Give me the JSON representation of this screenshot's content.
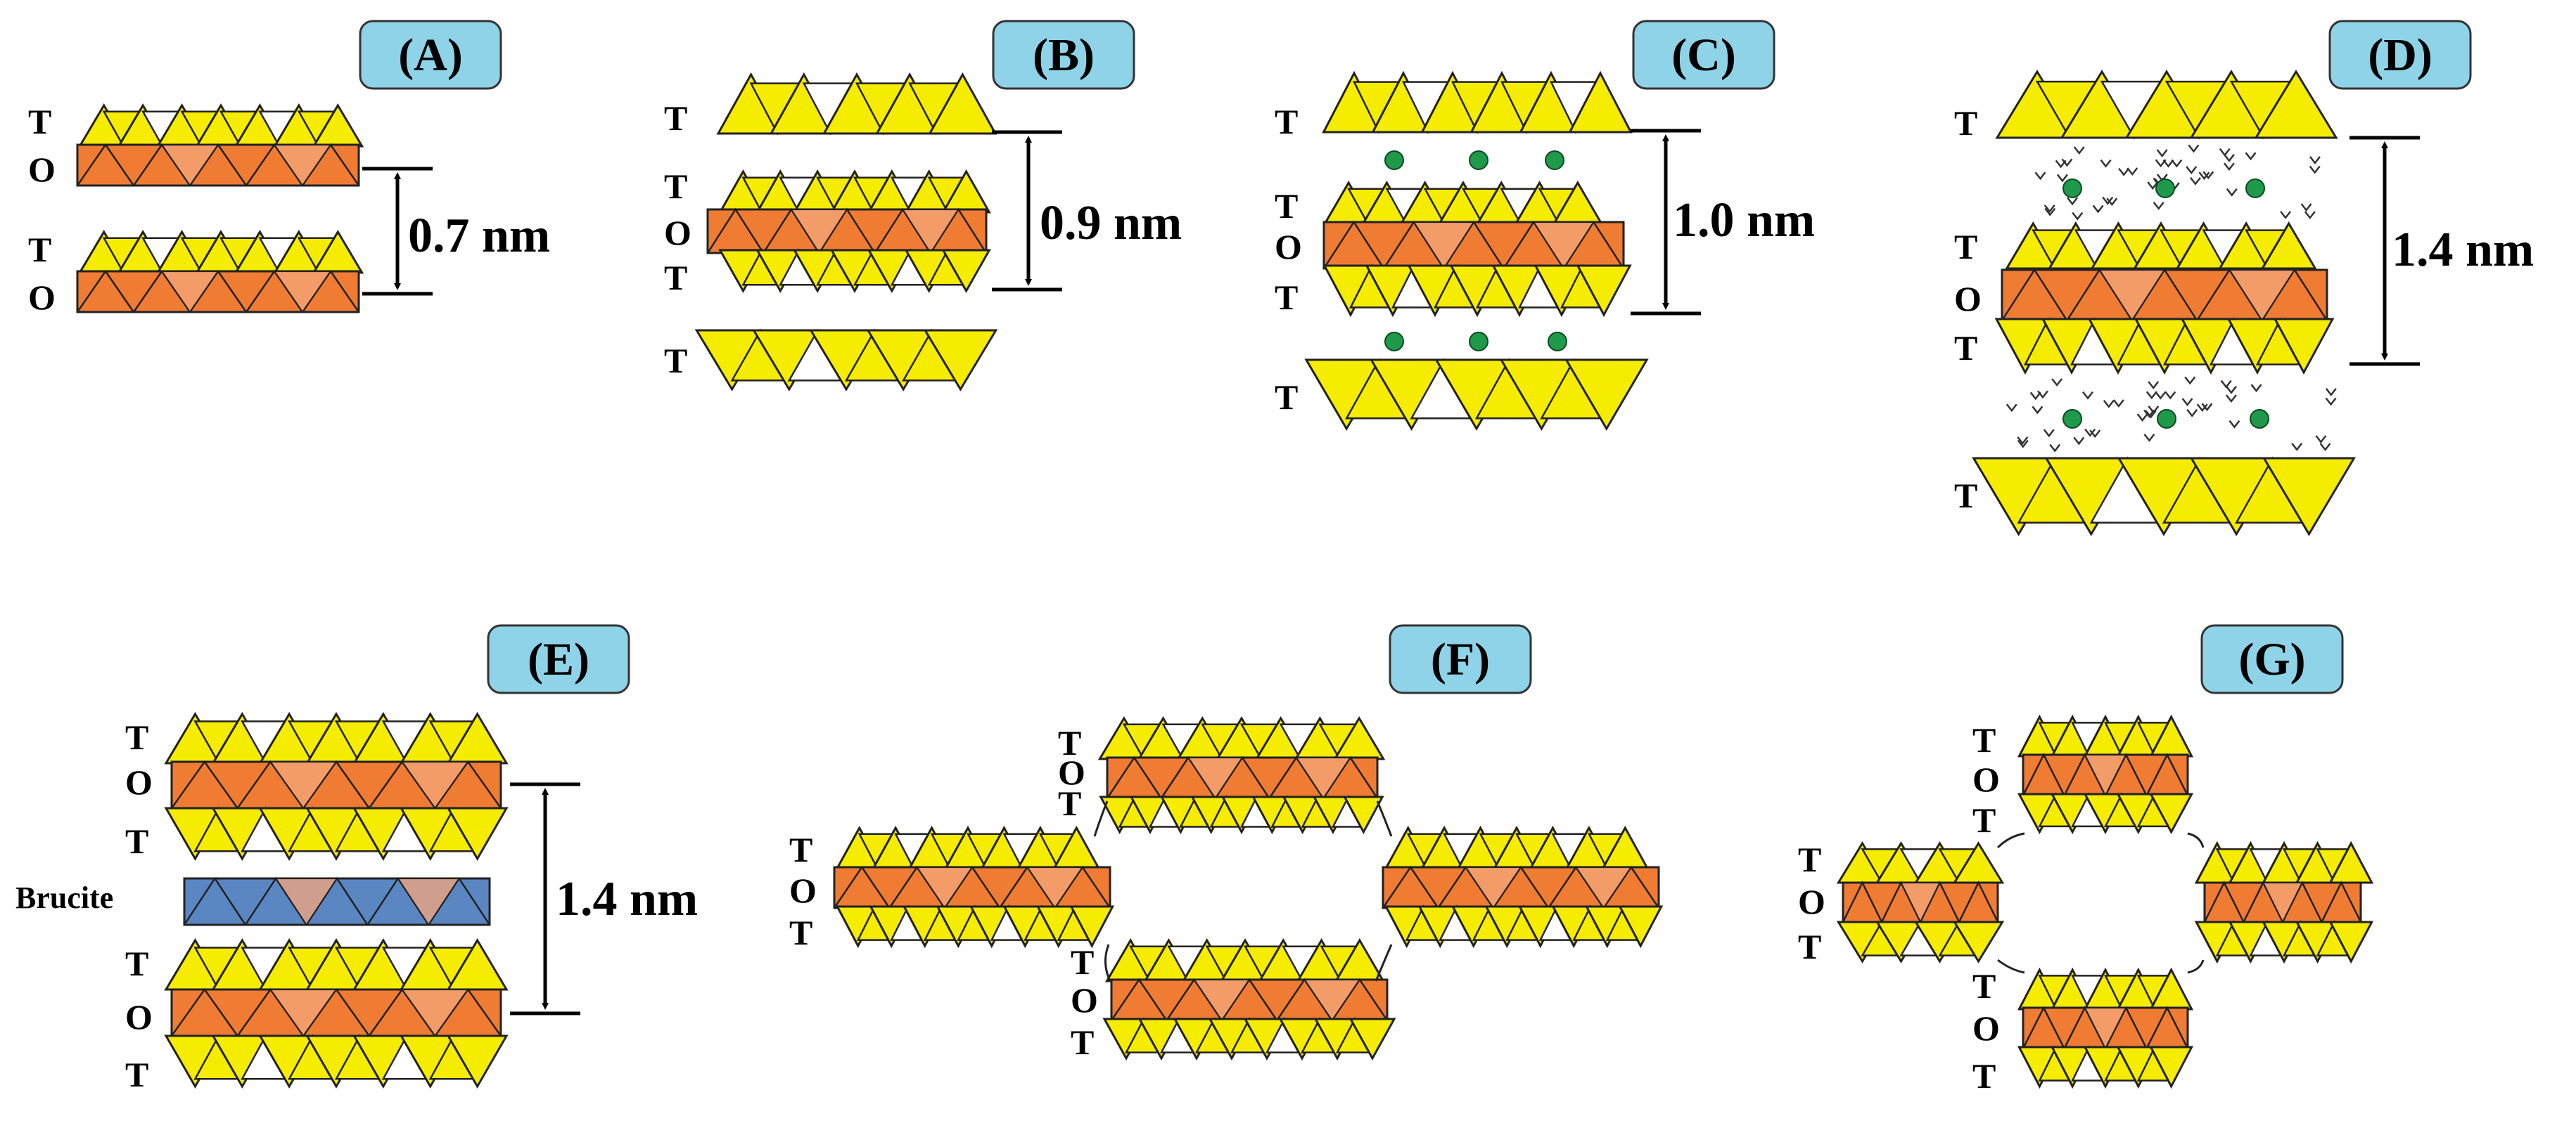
{
  "panels": {
    "A": {
      "label": "(A)",
      "dim": "0.7 nm",
      "rows": [
        "T",
        "O",
        "T",
        "O"
      ]
    },
    "B": {
      "label": "(B)",
      "dim": "0.9 nm",
      "rows": [
        "T",
        "T",
        "O",
        "T",
        "T"
      ]
    },
    "C": {
      "label": "(C)",
      "dim": "1.0 nm",
      "rows": [
        "T",
        "T",
        "O",
        "T",
        "T"
      ]
    },
    "D": {
      "label": "(D)",
      "dim": "1.4 nm",
      "rows": [
        "T",
        "T",
        "O",
        "T",
        "T"
      ]
    },
    "E": {
      "label": "(E)",
      "dim": "1.4 nm",
      "rows": [
        "T",
        "O",
        "T",
        "Brucite",
        "T",
        "O",
        "T"
      ]
    },
    "F": {
      "label": "(F)",
      "rows": [
        "T",
        "O",
        "T",
        "T",
        "O",
        "T",
        "T",
        "O",
        "T"
      ]
    },
    "G": {
      "label": "(G)",
      "rows": [
        "T",
        "O",
        "T",
        "T",
        "O",
        "T",
        "T",
        "O",
        "T"
      ]
    }
  },
  "colors": {
    "tetrahedral": "#f5ec00",
    "octahedral": "#f07c34",
    "octahedral_light": "#f6a77a",
    "brucite": "#5a86c2",
    "cation": "#1e9a4a",
    "panel_label_bg": "#8fd3e8"
  }
}
